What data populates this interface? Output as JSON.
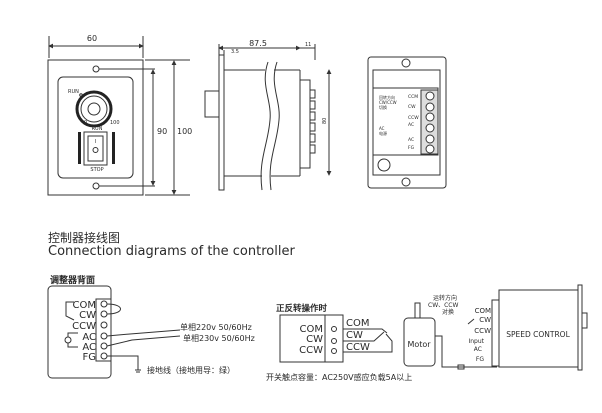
{
  "front_view": {
    "width_dim": "60",
    "hole_spacing_dim": "90",
    "height_dim": "100",
    "run_indicator": "RUN",
    "knob_min": "0",
    "knob_max": "100",
    "switch_run": "RUN",
    "switch_stop": "STOP",
    "switch_symbol": "I"
  },
  "side_view": {
    "length_dim": "87.5",
    "plate_dim": "3.5",
    "terminal_dim": "11",
    "height_dim": "80"
  },
  "back_view": {
    "direction_note": [
      "回转方向",
      "CW/CCW",
      "切换"
    ],
    "ac_note": [
      "AC",
      "电源"
    ],
    "terminals": [
      "CCM",
      "CW",
      "CCW",
      "AC",
      "AC",
      "FG"
    ]
  },
  "section": {
    "title_cn": "控制器接线图",
    "title_en": "Connection diagrams of the controller"
  },
  "rear_panel": {
    "title": "调整器背面",
    "terminals": [
      "COM",
      "CW",
      "CCW",
      "AC",
      "AC",
      "FG"
    ],
    "power_1": "单相220v 50/60Hz",
    "power_2": "单相230v 50/60Hz",
    "ground": "接地线（接地用导：绿）"
  },
  "reverse_op": {
    "title": "正反转操作时",
    "left_labels": [
      "COM",
      "CW",
      "CCW"
    ],
    "right_labels": [
      "COM",
      "CW",
      "CCW"
    ],
    "note": "开关触点容量：AC250V感应负载5A以上"
  },
  "motor_diagram": {
    "motor": "Motor",
    "direction_note": [
      "运转方向",
      "CW、CCW",
      "对换"
    ],
    "terminals": [
      "COM",
      "CW",
      "CCW",
      "Input",
      "AC",
      "FG"
    ],
    "controller": "SPEED CONTROL"
  }
}
